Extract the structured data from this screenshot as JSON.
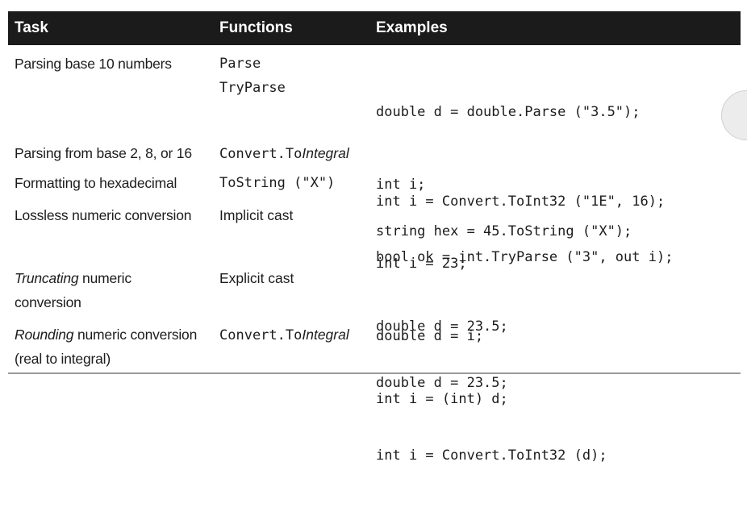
{
  "table": {
    "headers": {
      "task": "Task",
      "functions": "Functions",
      "examples": "Examples"
    },
    "rows": [
      {
        "task": [
          "Parsing base 10 numbers"
        ],
        "functions": [
          "Parse",
          "TryParse"
        ],
        "examples": [
          "double d = double.Parse (\"3.5\");",
          "int i;",
          "bool ok = int.TryParse (\"3\", out i);"
        ]
      },
      {
        "task": [
          "Parsing from base 2, 8, or 16"
        ],
        "functions_code": "Convert.To",
        "functions_italic": "Integral",
        "examples": [
          "int i = Convert.ToInt32 (\"1E\", 16);"
        ]
      },
      {
        "task": [
          "Formatting to hexadecimal"
        ],
        "functions": [
          "ToString (\"X\")"
        ],
        "examples": [
          "string hex = 45.ToString (\"X\");"
        ]
      },
      {
        "task": [
          "Lossless numeric conversion"
        ],
        "functions": [
          "Implicit cast"
        ],
        "examples": [
          "int i = 23;",
          "double d = i;"
        ]
      },
      {
        "task_italic": "Truncating",
        "task_rest": " numeric",
        "task_line2": "conversion",
        "functions": [
          "Explicit cast"
        ],
        "examples": [
          "double d = 23.5;",
          "int i = (int) d;"
        ]
      },
      {
        "task_italic": "Rounding",
        "task_rest": " numeric conversion",
        "task_line2": "(real to integral)",
        "functions_code": "Convert.To",
        "functions_italic": "Integral",
        "examples": [
          "double d = 23.5;",
          "int i = Convert.ToInt32 (d);"
        ]
      }
    ]
  }
}
